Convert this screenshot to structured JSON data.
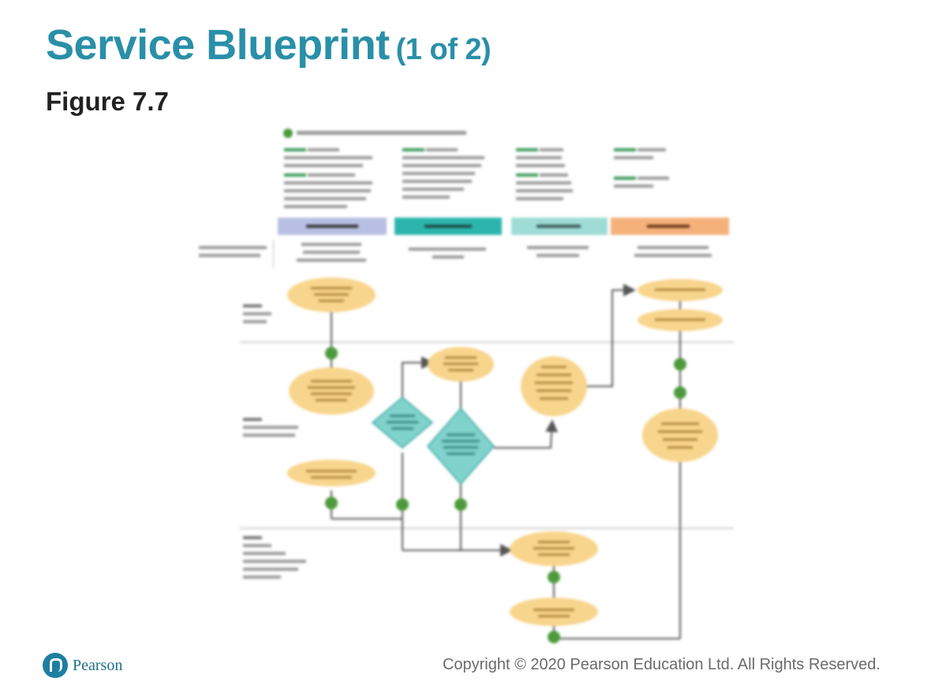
{
  "slide": {
    "title": "Service Blueprint",
    "title_part": "(1 of 2)",
    "subtitle": "Figure 7.7",
    "logo_text": "Pearson",
    "copyright": "Copyright © 2020 Pearson Education Ltd. All Rights Reserved."
  },
  "colors": {
    "title": "#2a8fa8",
    "oval_fill": "#f8d58c",
    "diamond_fill": "#7fd3cc",
    "diamond_stroke": "#3aa6a0",
    "failpoint": "#4d9a3c",
    "band_1": "#b8bfe3",
    "band_2": "#2bb5ad",
    "band_3": "#9fdcd6",
    "band_4": "#f5b17a"
  },
  "figure": {
    "icon": "green-dot-icon"
  }
}
